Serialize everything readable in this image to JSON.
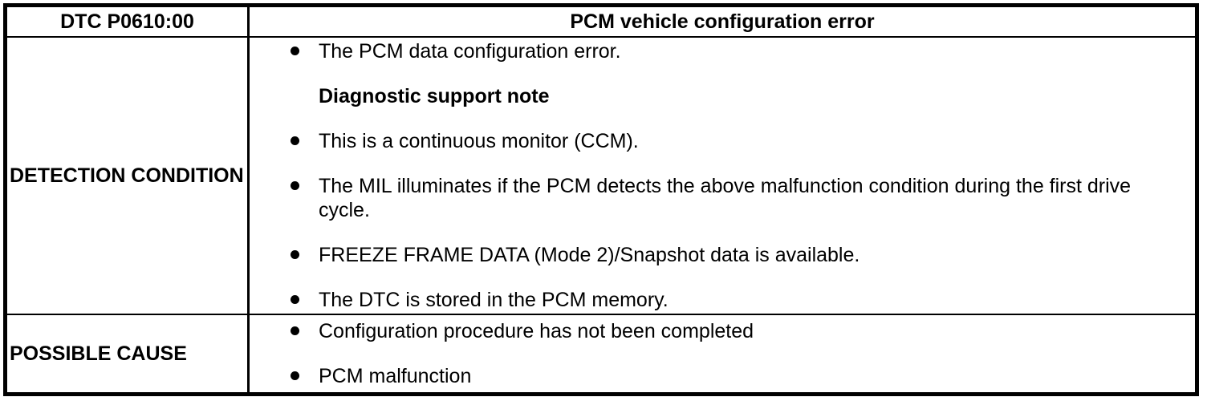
{
  "table": {
    "header": {
      "dtc_code": "DTC P0610:00",
      "title": "PCM vehicle configuration error"
    },
    "rows": [
      {
        "label": "DETECTION CONDITION",
        "items": [
          {
            "type": "bullet",
            "text": "The PCM data configuration error."
          },
          {
            "type": "heading",
            "text": "Diagnostic support note"
          },
          {
            "type": "bullet",
            "text": "This is a continuous monitor (CCM)."
          },
          {
            "type": "bullet",
            "text": "The MIL illuminates if the PCM detects the above malfunction condition during the first drive cycle."
          },
          {
            "type": "bullet",
            "text": "FREEZE FRAME DATA (Mode 2)/Snapshot data is available."
          },
          {
            "type": "bullet",
            "text": "The DTC is stored in the PCM memory."
          }
        ]
      },
      {
        "label": "POSSIBLE CAUSE",
        "items": [
          {
            "type": "bullet",
            "text": "Configuration procedure has not been completed"
          },
          {
            "type": "bullet",
            "text": "PCM malfunction"
          }
        ]
      }
    ]
  },
  "colors": {
    "border": "#000000",
    "background": "#ffffff",
    "text": "#000000"
  }
}
